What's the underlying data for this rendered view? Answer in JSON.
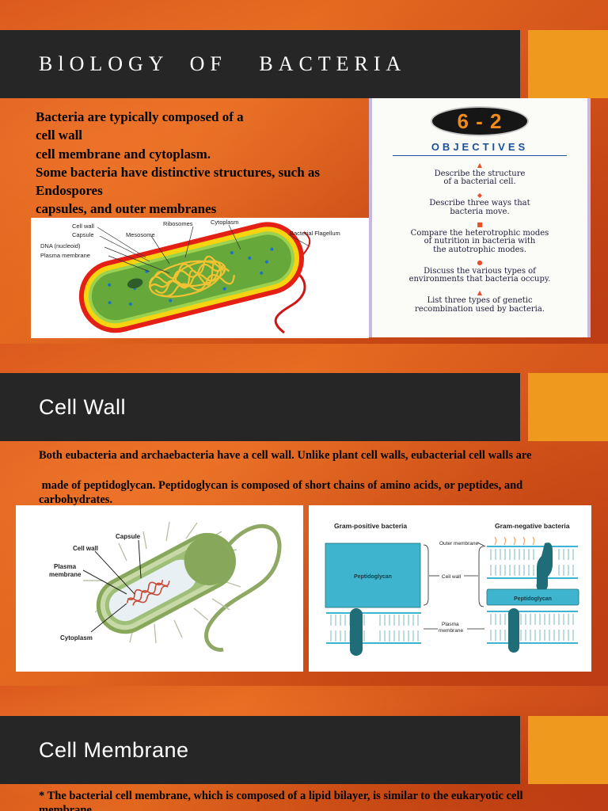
{
  "slides": [
    {
      "title": "BlOLOGY  OF   BACTERIA",
      "lines": [
        "Bacteria are typically composed of a",
        "cell wall",
        "cell membrane and cytoplasm.",
        "Some bacteria have distinctive structures, such as",
        "Endospores",
        "capsules, and outer membranes"
      ],
      "diagram_labels": {
        "cell_wall": "Cell wall",
        "capsule": "Capsule",
        "dna": "DNA (nucleoid)",
        "plasma_membrane": "Plasma membrane",
        "mesosome": "Mesosome",
        "ribosomes": "Ribosomes",
        "cytoplasm": "Cytoplasm",
        "flagellum": "Bacterial Flagellum"
      },
      "objectives": {
        "number": "6 - 2",
        "heading": "OBJECTIVES",
        "items": [
          [
            "Describe the structure",
            "of a bacterial cell."
          ],
          [
            "Describe three ways that",
            "bacteria move."
          ],
          [
            "Compare the heterotrophic modes",
            "of nutrition in bacteria with",
            "the autotrophic modes."
          ],
          [
            "Discuss the various types of",
            "environments that bacteria occupy."
          ],
          [
            "List three types of genetic",
            "recombination used by bacteria."
          ]
        ]
      }
    },
    {
      "title": "Cell Wall",
      "para1": "Both eubacteria and archaebacteria have a cell wall. Unlike plant cell walls, eubacterial cell walls are",
      "para2": " made of peptidoglycan. Peptidoglycan is composed of short chains of amino acids, or peptides, and",
      "para3": "carbohydrates.",
      "diagram_labels": {
        "capsule": "Capsule",
        "cell_wall": "Cell wall",
        "plasma": "Plasma",
        "membrane": "membrane",
        "cytoplasm": "Cytoplasm"
      },
      "gram": {
        "positive": "Gram-positive bacteria",
        "negative": "Gram-negative bacteria",
        "outer_membrane": "Outer membrane",
        "peptidoglycan": "Peptidoglycan",
        "cell_wall": "Cell wall",
        "plasma": "Plasma",
        "membrane": "membrane"
      }
    },
    {
      "title": "Cell Membrane",
      "para1": "* The bacterial cell membrane, which is composed of a lipid bilayer, is similar to the eukaryotic cell",
      "para2": "membrane."
    }
  ],
  "colors": {
    "title_bar": "#262626",
    "accent": "#ef9a1e",
    "background": "#d9561b",
    "objectives_purple": "#1f1f6e",
    "gram_blue": "#3fb4cf",
    "gram_dark": "#1f6d78"
  }
}
